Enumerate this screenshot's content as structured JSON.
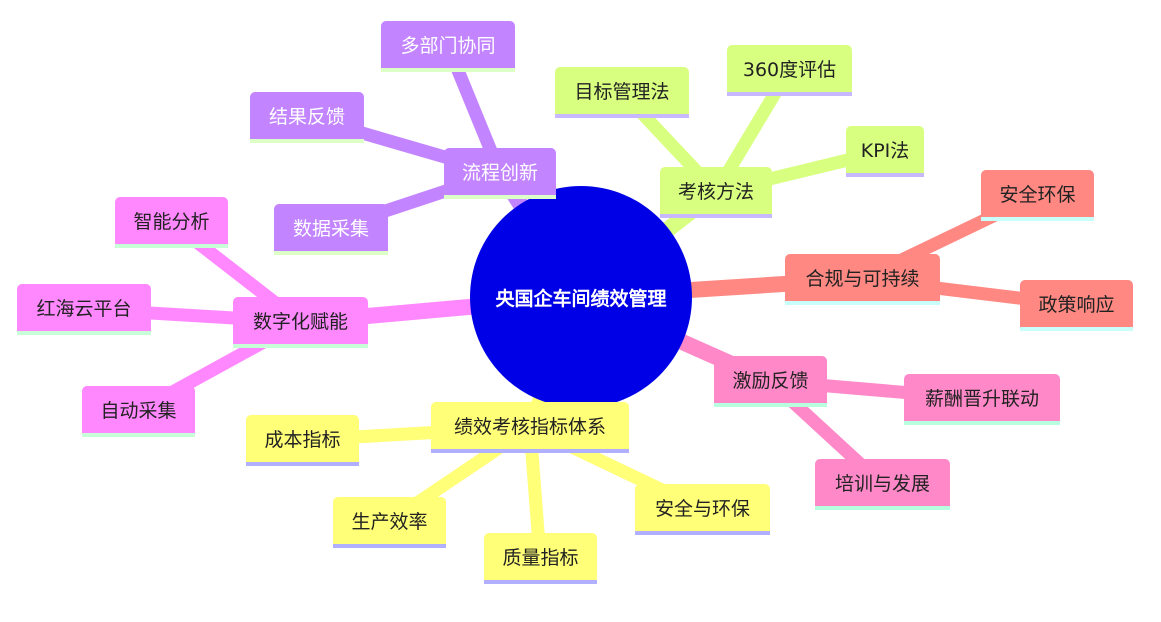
{
  "root": "央国企车间绩效管理",
  "branches": {
    "process": {
      "label": "流程创新",
      "children": [
        "多部门协同",
        "结果反馈",
        "数据采集"
      ]
    },
    "method": {
      "label": "考核方法",
      "children": [
        "目标管理法",
        "360度评估",
        "KPI法"
      ]
    },
    "compliance": {
      "label": "合规与可持续",
      "children": [
        "安全环保",
        "政策响应"
      ]
    },
    "incentive": {
      "label": "激励反馈",
      "children": [
        "薪酬晋升联动",
        "培训与发展"
      ]
    },
    "indicators": {
      "label": "绩效考核指标体系",
      "children": [
        "成本指标",
        "生产效率",
        "质量指标",
        "安全与环保"
      ]
    },
    "digital": {
      "label": "数字化赋能",
      "children": [
        "智能分析",
        "红海云平台",
        "自动采集"
      ]
    }
  },
  "colors": {
    "root": "#0000E6",
    "process": "#C384FF",
    "method": "#D9FF80",
    "compliance": "#FF8882",
    "incentive": "#FF88C8",
    "indicators": "#FFFF78",
    "digital": "#FF88FF"
  }
}
